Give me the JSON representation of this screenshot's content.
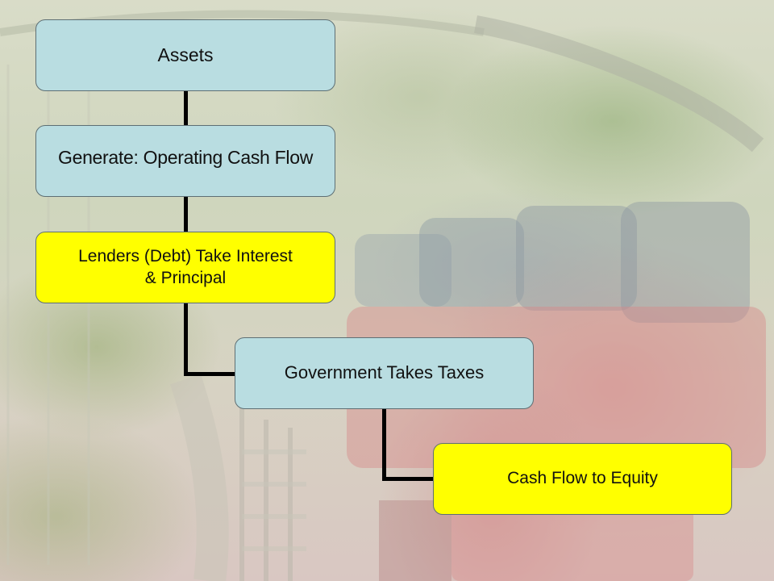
{
  "diagram": {
    "nodes": [
      {
        "id": "assets",
        "label": "Assets",
        "fill": "#b9dde1"
      },
      {
        "id": "operating-cash-flow",
        "label": "Generate: Operating Cash Flow",
        "fill": "#b9dde1"
      },
      {
        "id": "lenders",
        "label": "Lenders (Debt) Take Interest\n& Principal",
        "fill": "#ffff00"
      },
      {
        "id": "government",
        "label": "Government Takes Taxes",
        "fill": "#b9dde1"
      },
      {
        "id": "equity",
        "label": "Cash Flow to Equity",
        "fill": "#ffff00"
      }
    ],
    "edges": [
      {
        "from": "assets",
        "to": "operating-cash-flow"
      },
      {
        "from": "operating-cash-flow",
        "to": "lenders"
      },
      {
        "from": "lenders",
        "to": "government"
      },
      {
        "from": "government",
        "to": "equity"
      }
    ]
  },
  "colors": {
    "connector": "#000000",
    "box_border": "#5e6f74",
    "box_teal": "#b9dde1",
    "box_yellow": "#ffff00"
  },
  "background": {
    "type": "faded-photo",
    "subject": "roller-coaster"
  }
}
